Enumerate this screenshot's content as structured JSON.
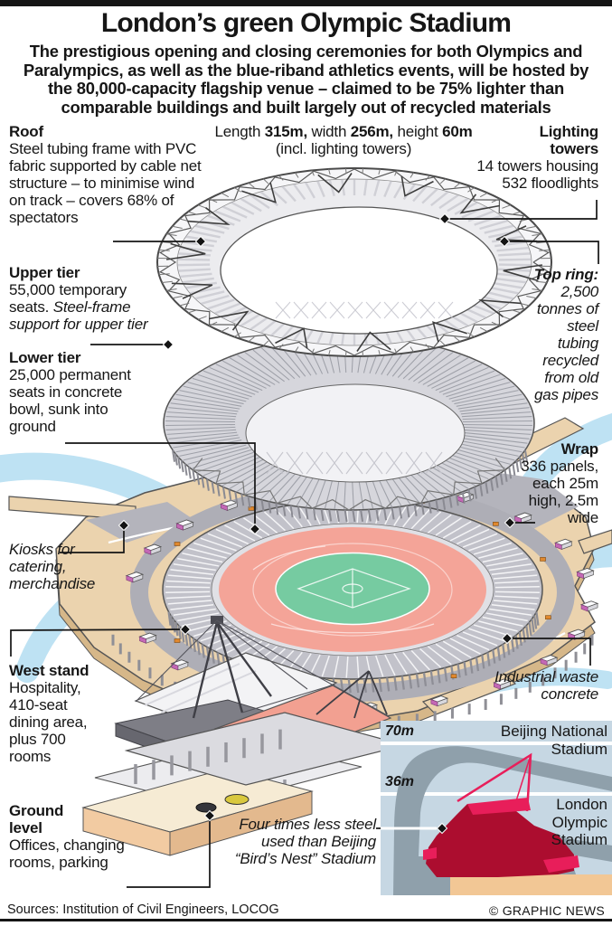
{
  "header": {
    "title": "London’s green Olympic Stadium",
    "intro": "The prestigious opening and closing ceremonies for both Olympics and Paralympics, as well as the blue-riband athletics events, will be hosted by the 80,000-capacity flagship venue – claimed to be 75% lighter than comparable buildings and built largely out of recycled materials"
  },
  "dimensions": {
    "l1": "Length ",
    "v1": "315m,",
    "l2": " width ",
    "v2": "256m,",
    "l3": " height ",
    "v3": "60m",
    "line2": "(incl. lighting towers)"
  },
  "callouts": {
    "roof": {
      "title": "Roof",
      "body": "Steel tubing frame with PVC fabric supported by cable net structure – to minimise wind on track – covers 68% of spectators"
    },
    "lighting_towers": {
      "title": "Lighting towers",
      "body": "14 towers housing 532 floodlights"
    },
    "upper_tier": {
      "title": "Upper tier",
      "body": "55,000 temporary seats. ",
      "body_italic": "Steel-frame support for upper tier"
    },
    "top_ring": {
      "title": "Top ring:",
      "body": "2,500 tonnes of steel tubing recycled from old gas pipes"
    },
    "lower_tier": {
      "title": "Lower tier",
      "body": "25,000 permanent seats in concrete bowl, sunk into ground"
    },
    "wrap": {
      "title": "Wrap",
      "body": "336 panels, each 25m high, 2.5m wide"
    },
    "kiosks": {
      "body": "Kiosks for catering, merchandise"
    },
    "west_stand": {
      "title": "West stand",
      "body": "Hospitality, 410-seat dining area, plus 700 rooms"
    },
    "industrial": {
      "body": "Industrial waste concrete"
    },
    "ground_level": {
      "title": "Ground level",
      "body": "Offices, changing rooms, parking"
    },
    "four_times": {
      "body": "Four times less steel used than Beijing “Bird’s Nest” Stadium"
    }
  },
  "comparison_chart": {
    "type": "pictorial-height-comparison",
    "gridlines": [
      {
        "label": "70m",
        "height_m": 70
      },
      {
        "label": "36m",
        "height_m": 36
      }
    ],
    "stadiums": [
      {
        "name": "Beijing National Stadium",
        "height_m": 70,
        "color": "#8FA0AB"
      },
      {
        "name": "London Olympic Stadium",
        "height_m": 36,
        "color": "#AC0D2F"
      }
    ]
  },
  "footer": {
    "sources": "Sources: Institution of Civil Engineers, LOCOG",
    "credit": "© GRAPHIC NEWS"
  },
  "colors": {
    "track_pink": "#F4A498",
    "field_green": "#76CBA1",
    "river_blue": "#BEE2F3",
    "platform_tan": "#EBD3AE",
    "kiosk_magenta": "#C468B6",
    "panel_background": "#C6D7E3",
    "beijing_grey": "#8FA0AB",
    "london_red": "#AC0D2F",
    "highlight_pink": "#E81E5A",
    "ground_tan": "#F2C795"
  }
}
